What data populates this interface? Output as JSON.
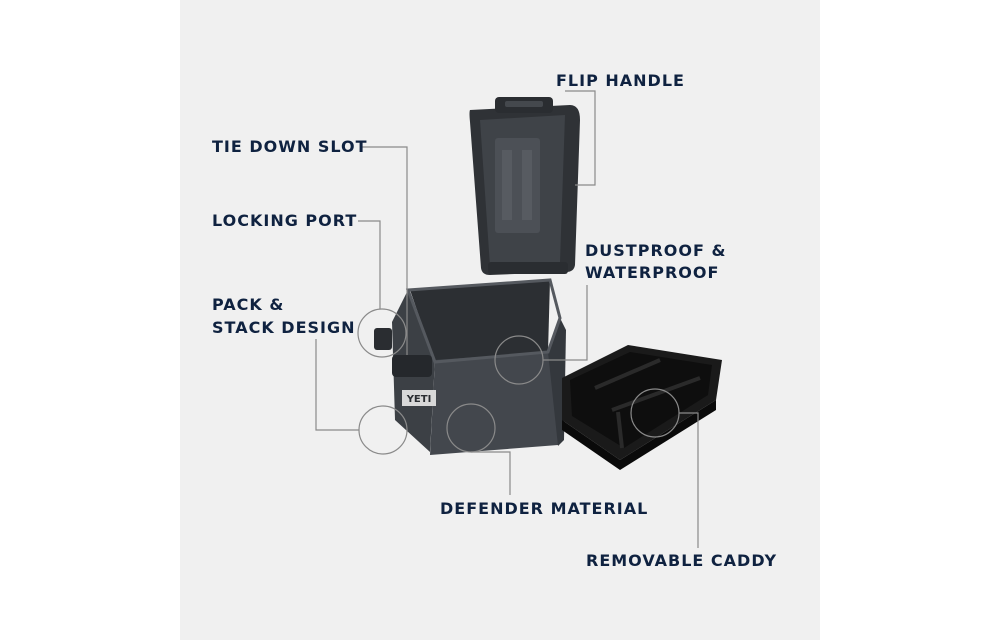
{
  "colors": {
    "background": "#ffffff",
    "panel": "#f0f0f0",
    "label_text": "#0f2240",
    "leader_line": "#8a8a8a",
    "cooler_body": "#43474d",
    "caddy": "#1a1a1a"
  },
  "product": {
    "badge": "YETI"
  },
  "labels": {
    "flip_handle": "FLIP HANDLE",
    "tie_down_slot": "TIE DOWN SLOT",
    "locking_port": "LOCKING PORT",
    "dustproof_line1": "DUSTPROOF &",
    "dustproof_line2": "WATERPROOF",
    "pack_line1": "PACK &",
    "pack_line2": "STACK DESIGN",
    "defender_material": "DEFENDER MATERIAL",
    "removable_caddy": "REMOVABLE CADDY"
  }
}
